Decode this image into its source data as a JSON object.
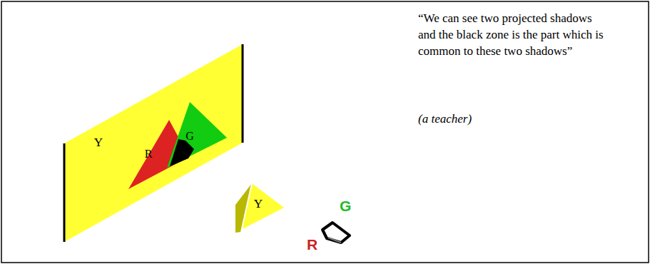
{
  "diagram": {
    "nodes": [
      {
        "text": [
          "Y"
        ]
      },
      {
        "text": [
          "R"
        ],
        "in": 0
      },
      {
        "text": [
          "G"
        ],
        "in": 0
      },
      {
        "text": [
          "Y"
        ]
      }
    ],
    "labels": [
      "G",
      "R",
      "“We can see two projected shadows and the black zone is the part which is common to these two shadows”",
      "(a teacher)"
    ]
  }
}
